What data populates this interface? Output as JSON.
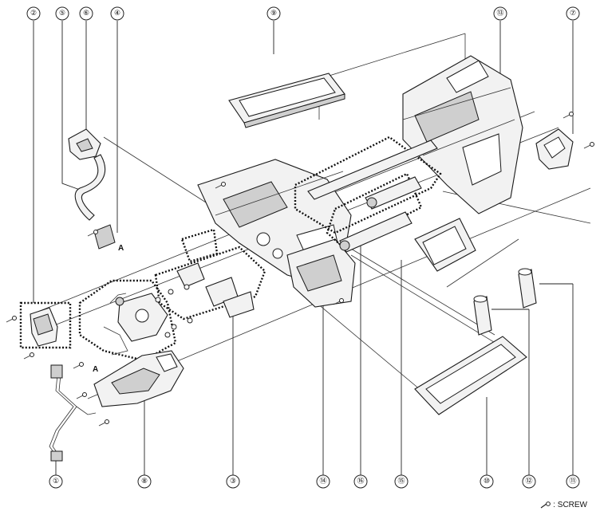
{
  "callouts": [
    {
      "id": "c2",
      "label": "②"
    },
    {
      "id": "c5",
      "label": "⑤"
    },
    {
      "id": "c6",
      "label": "⑥"
    },
    {
      "id": "c4",
      "label": "④"
    },
    {
      "id": "c9",
      "label": "⑨"
    },
    {
      "id": "c13",
      "label": "⑬"
    },
    {
      "id": "c7",
      "label": "⑦"
    },
    {
      "id": "c1",
      "label": "①"
    },
    {
      "id": "c8",
      "label": "⑧"
    },
    {
      "id": "c3",
      "label": "③"
    },
    {
      "id": "c14",
      "label": "⑭"
    },
    {
      "id": "c16",
      "label": "⑯"
    },
    {
      "id": "c15",
      "label": "⑮"
    },
    {
      "id": "c10",
      "label": "⑩"
    },
    {
      "id": "c12",
      "label": "⑫"
    },
    {
      "id": "c11",
      "label": "⑪"
    }
  ],
  "ref_letters": {
    "a_top": "A",
    "a_bottom": "A"
  },
  "legend": {
    "symbol": "screw-icon",
    "text": ": SCREW"
  }
}
